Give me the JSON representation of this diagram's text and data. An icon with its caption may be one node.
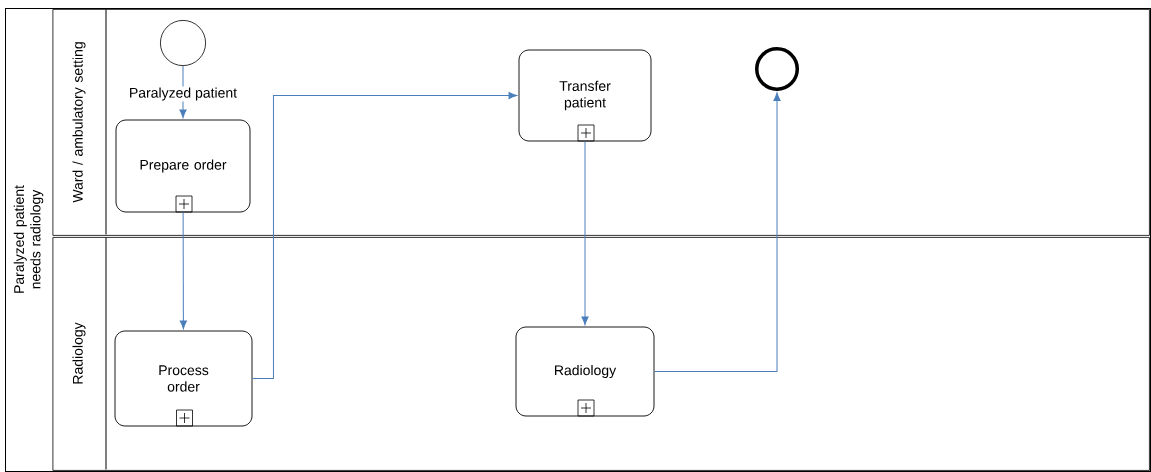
{
  "diagram": {
    "nodes": [
      {
        "text": [
          "Paralyzed patient needs radiology"
        ]
      },
      {
        "text": [
          "Ward / ambulatory setting"
        ],
        "in": 0
      },
      {
        "text": [
          "Radiology"
        ],
        "in": 0
      },
      {
        "text": [],
        "shape": "circle",
        "in": 1
      },
      {
        "text": [
          "Prepare order"
        ],
        "in": 1
      },
      {
        "text": [
          "Transfer patient"
        ],
        "in": 1
      },
      {
        "text": [],
        "shape": "circle",
        "in": 1
      },
      {
        "text": [
          "Process order"
        ],
        "in": 2
      },
      {
        "text": [
          "Radiology"
        ],
        "in": 2
      }
    ],
    "edges": [
      {
        "from": 3,
        "to": 4,
        "arrow": "to",
        "label": "Paralyzed patient"
      },
      {
        "from": 4,
        "to": 7,
        "arrow": "to"
      },
      {
        "from": 7,
        "to": 5,
        "arrow": "to"
      },
      {
        "from": 5,
        "to": 8,
        "arrow": "to"
      },
      {
        "from": 8,
        "to": 6,
        "arrow": "to"
      }
    ]
  }
}
